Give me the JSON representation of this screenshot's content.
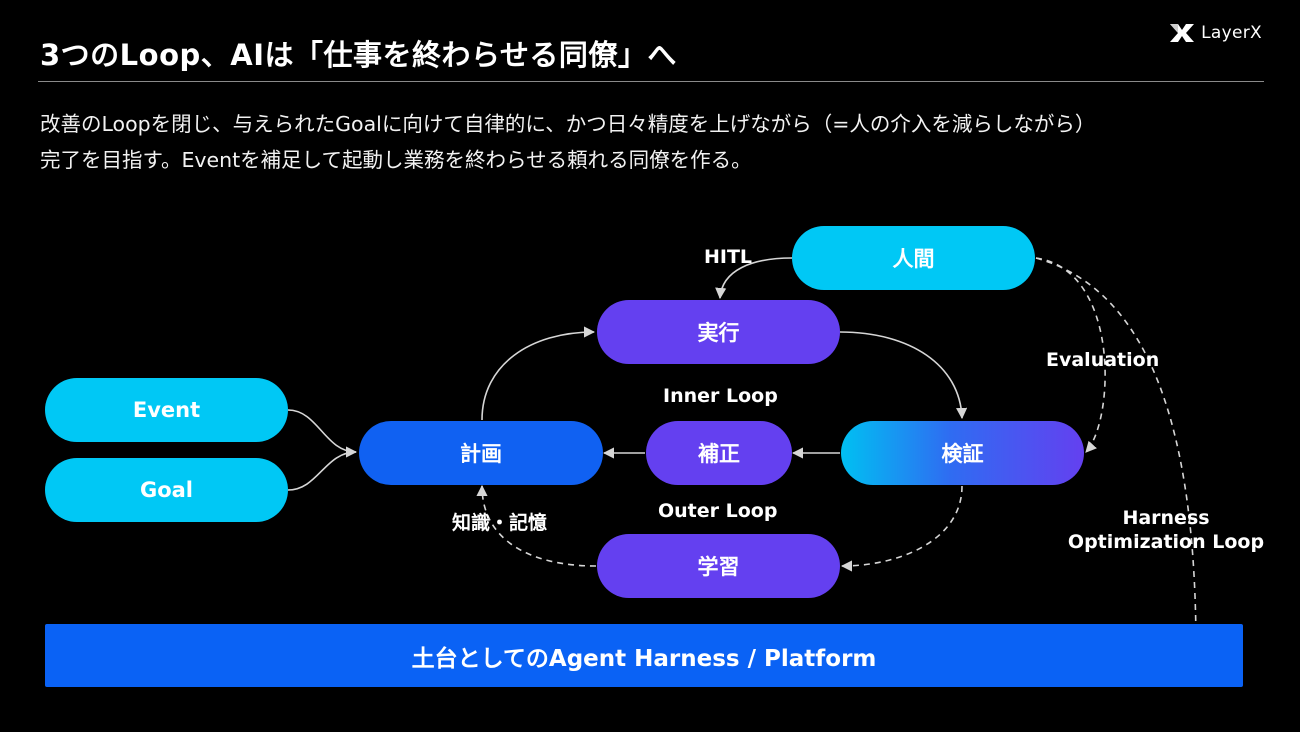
{
  "header": {
    "title": "3つのLoop、AIは「仕事を終わらせる同僚」へ",
    "brand": "LayerX",
    "brand_icon": "layerx-logo-icon"
  },
  "lead": {
    "line1": "改善のLoopを閉じ、与えられたGoalに向けて自律的に、かつ日々精度を上げながら（=人の介入を減らしながら）",
    "line2": "完了を目指す。Eventを補足して起動し業務を終わらせる頼れる同僚を作る。"
  },
  "diagram": {
    "nodes": {
      "event": "Event",
      "goal": "Goal",
      "plan": "計画",
      "execute": "実行",
      "correct": "補正",
      "verify": "検証",
      "learn": "学習",
      "human": "人間"
    },
    "labels": {
      "hitl": "HITL",
      "inner_loop": "Inner Loop",
      "outer_loop": "Outer Loop",
      "knowledge": "知識・記憶",
      "evaluation": "Evaluation",
      "harness_line1": "Harness",
      "harness_line2": "Optimization Loop"
    },
    "platform": "土台としてのAgent Harness / Platform"
  },
  "colors": {
    "background": "#000000",
    "cyan": "#00c8f5",
    "blue": "#1061f2",
    "violet": "#6440f0",
    "platform": "#0a62f5",
    "arrow": "#d6d6d6"
  }
}
